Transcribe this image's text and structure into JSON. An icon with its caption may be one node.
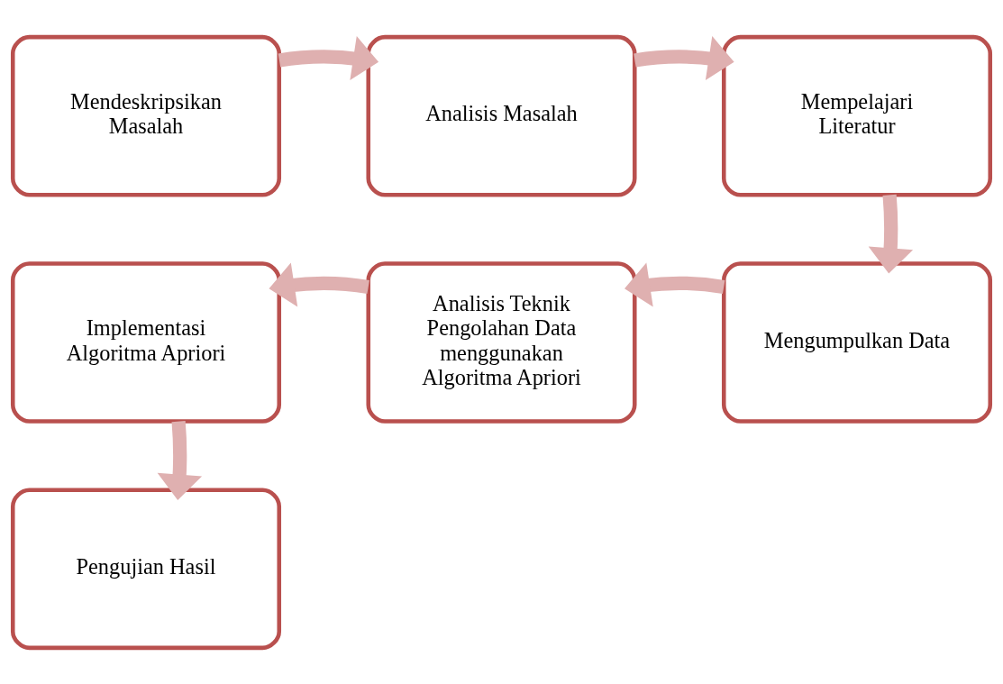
{
  "diagram": {
    "nodes": [
      {
        "text": [
          "Mendeskripsikan Masalah"
        ]
      },
      {
        "text": [
          "Analisis Masalah"
        ]
      },
      {
        "text": [
          "Mempelajari Literatur"
        ]
      },
      {
        "text": [
          "Mengumpulkan Data"
        ]
      },
      {
        "text": [
          "Analisis Teknik Pengolahan Data menggunakan Algoritma Apriori"
        ]
      },
      {
        "text": [
          "Implementasi Algoritma Apriori"
        ]
      },
      {
        "text": [
          "Pengujian Hasil"
        ]
      }
    ],
    "edges": [
      {
        "from": 0,
        "to": 1,
        "arrow": "to"
      },
      {
        "from": 1,
        "to": 2,
        "arrow": "to"
      },
      {
        "from": 2,
        "to": 3,
        "arrow": "to"
      },
      {
        "from": 3,
        "to": 4,
        "arrow": "to"
      },
      {
        "from": 4,
        "to": 5,
        "arrow": "to"
      },
      {
        "from": 5,
        "to": 6,
        "arrow": "to"
      }
    ]
  }
}
